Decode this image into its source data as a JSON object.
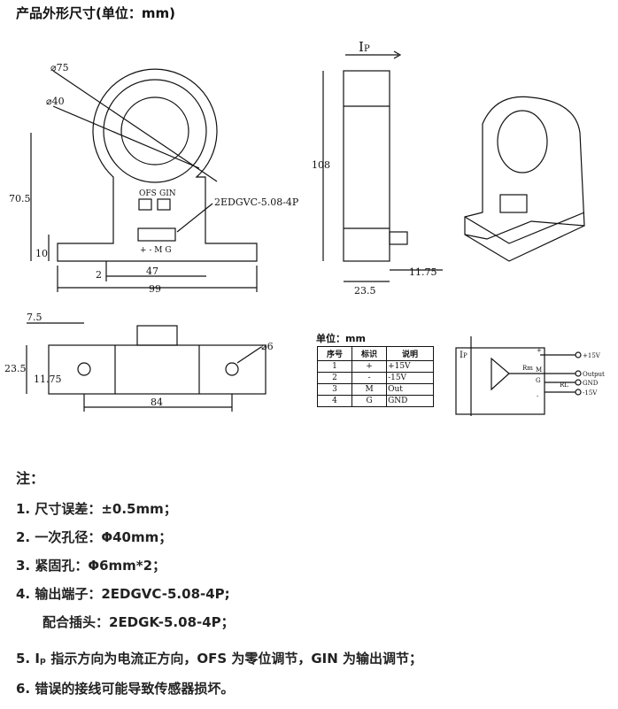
{
  "title": "产品外形尺寸(单位：mm)",
  "drawing": {
    "front": {
      "d_outer": "⌀75",
      "d_inner": "⌀40",
      "ofs": "OFS",
      "gin": "GIN",
      "connector": "2EDGVC-5.08-4P",
      "h_total": "70.5",
      "h_base": "10",
      "gap": "2",
      "w_body": "47",
      "w_total": "99",
      "pins": "+ - M G"
    },
    "side": {
      "ip": "I",
      "ip_sub": "P",
      "height": "108",
      "depth_small": "11.75",
      "depth": "23.5"
    },
    "bottom": {
      "offset": "7.5",
      "width": "23.5",
      "half": "11.75",
      "hole_spacing": "84",
      "hole": "⌀6"
    }
  },
  "pin_table": {
    "unit": "单位：mm",
    "headers": [
      "序号",
      "标识",
      "说明"
    ],
    "rows": [
      [
        "1",
        "+",
        "+15V"
      ],
      [
        "2",
        "-",
        "-15V"
      ],
      [
        "3",
        "M",
        "Out"
      ],
      [
        "4",
        "G",
        "GND"
      ]
    ]
  },
  "circuit": {
    "ip": "I",
    "ip_sub": "P",
    "pins": [
      "+",
      "M",
      "G",
      "-"
    ],
    "rm": "Rm",
    "rl": "RL",
    "outputs": [
      "+15V",
      "Output",
      "GND",
      "-15V"
    ]
  },
  "notes": {
    "heading": "注：",
    "items": [
      "1. 尺寸误差：±0.5mm；",
      "2. 一次孔径：Φ40mm；",
      "3. 紧固孔：Φ6mm*2；",
      "4.   输出端子：2EDGVC-5.08-4P;",
      "配合插头：2EDGK-5.08-4P；",
      "5. Iₚ 指示方向为电流正方向，OFS 为零位调节，GIN 为输出调节；",
      "6. 错误的接线可能导致传感器损坏。"
    ]
  }
}
